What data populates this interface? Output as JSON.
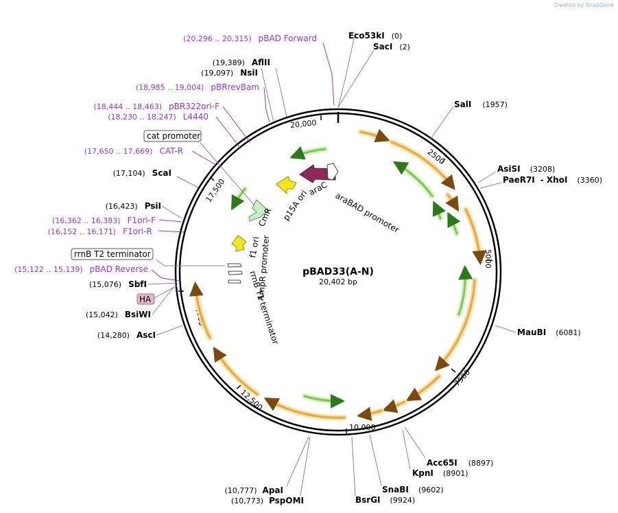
{
  "credit": {
    "prefix": "Created by",
    "brand": "SnapGene"
  },
  "plasmid": {
    "name": "pBAD33(A-N)",
    "length": "20,402 bp"
  },
  "ticks": [
    "2500",
    "5000",
    "7500",
    "10,000",
    "12,500",
    "15,000",
    "17,500",
    "20,000"
  ],
  "enzymes": [
    {
      "name": "Eco53kI",
      "pos": "(0)"
    },
    {
      "name": "SacI",
      "pos": "(2)"
    },
    {
      "name": "SalI",
      "pos": "(1957)"
    },
    {
      "name": "AsiSI",
      "pos": "(3208)"
    },
    {
      "name": "PaeR7I",
      "extra": "- XhoI",
      "pos": "(3360)"
    },
    {
      "name": "MauBI",
      "pos": "(6081)"
    },
    {
      "name": "Acc65I",
      "pos": "(8897)"
    },
    {
      "name": "KpnI",
      "pos": "(8901)"
    },
    {
      "name": "SnaBI",
      "pos": "(9602)"
    },
    {
      "name": "BsrGI",
      "pos": "(9924)"
    },
    {
      "name": "ApaI",
      "pos": "(10,777)"
    },
    {
      "name": "PspOMI",
      "pos": "(10,773)"
    },
    {
      "name": "AscI",
      "pos": "(14,280)"
    },
    {
      "name": "BsiWI",
      "pos": "(15,042)"
    },
    {
      "name": "SbfI",
      "pos": "(15,076)"
    },
    {
      "name": "PsiI",
      "pos": "(16,423)"
    },
    {
      "name": "ScaI",
      "pos": "(17,104)"
    },
    {
      "name": "NsiI",
      "pos": "(19,097)"
    },
    {
      "name": "AflII",
      "pos": "(19,389)"
    }
  ],
  "primers": [
    {
      "name": "pBAD Forward",
      "pos": "(20,296 .. 20,315)"
    },
    {
      "name": "pBRrevBam",
      "pos": "(18,985 .. 19,004)"
    },
    {
      "name": "pBR322ori-F",
      "pos": "(18,444 .. 18,463)"
    },
    {
      "name": "L4440",
      "pos": "(18,230 .. 18,247)"
    },
    {
      "name": "CAT-R",
      "pos": "(17,650 .. 17,669)"
    },
    {
      "name": "F1ori-F",
      "pos": "(16,362 .. 16,383)"
    },
    {
      "name": "F1ori-R",
      "pos": "(16,152 .. 16,171)"
    },
    {
      "name": "pBAD Reverse",
      "pos": "(15,122 .. 15,139)"
    }
  ],
  "boxed_features": {
    "cat_promoter": "cat promoter",
    "rrnb_t2": "rrnB T2 terminator",
    "ha": "HA"
  },
  "features": {
    "araBAD_promoter": "araBAD promoter",
    "araC": "araC",
    "p15A_ori": "p15A ori",
    "CmR": "CmR",
    "f1_ori": "f1 ori",
    "AmpR_promoter": "AmpR promoter",
    "rrnB_T1": "rrnB T1 terminator"
  },
  "colors": {
    "orf_orange": "#e7a93a",
    "orf_halo": "#f8dfa4",
    "green_arrow": "#7ec850",
    "green_halo": "#d6f0c0",
    "araC": "#8b2c58",
    "ori_yellow": "#f5e81a",
    "cmr": "#c8f0c8",
    "primer": "#9b30d9",
    "ha_box": "#e4b8c8"
  }
}
